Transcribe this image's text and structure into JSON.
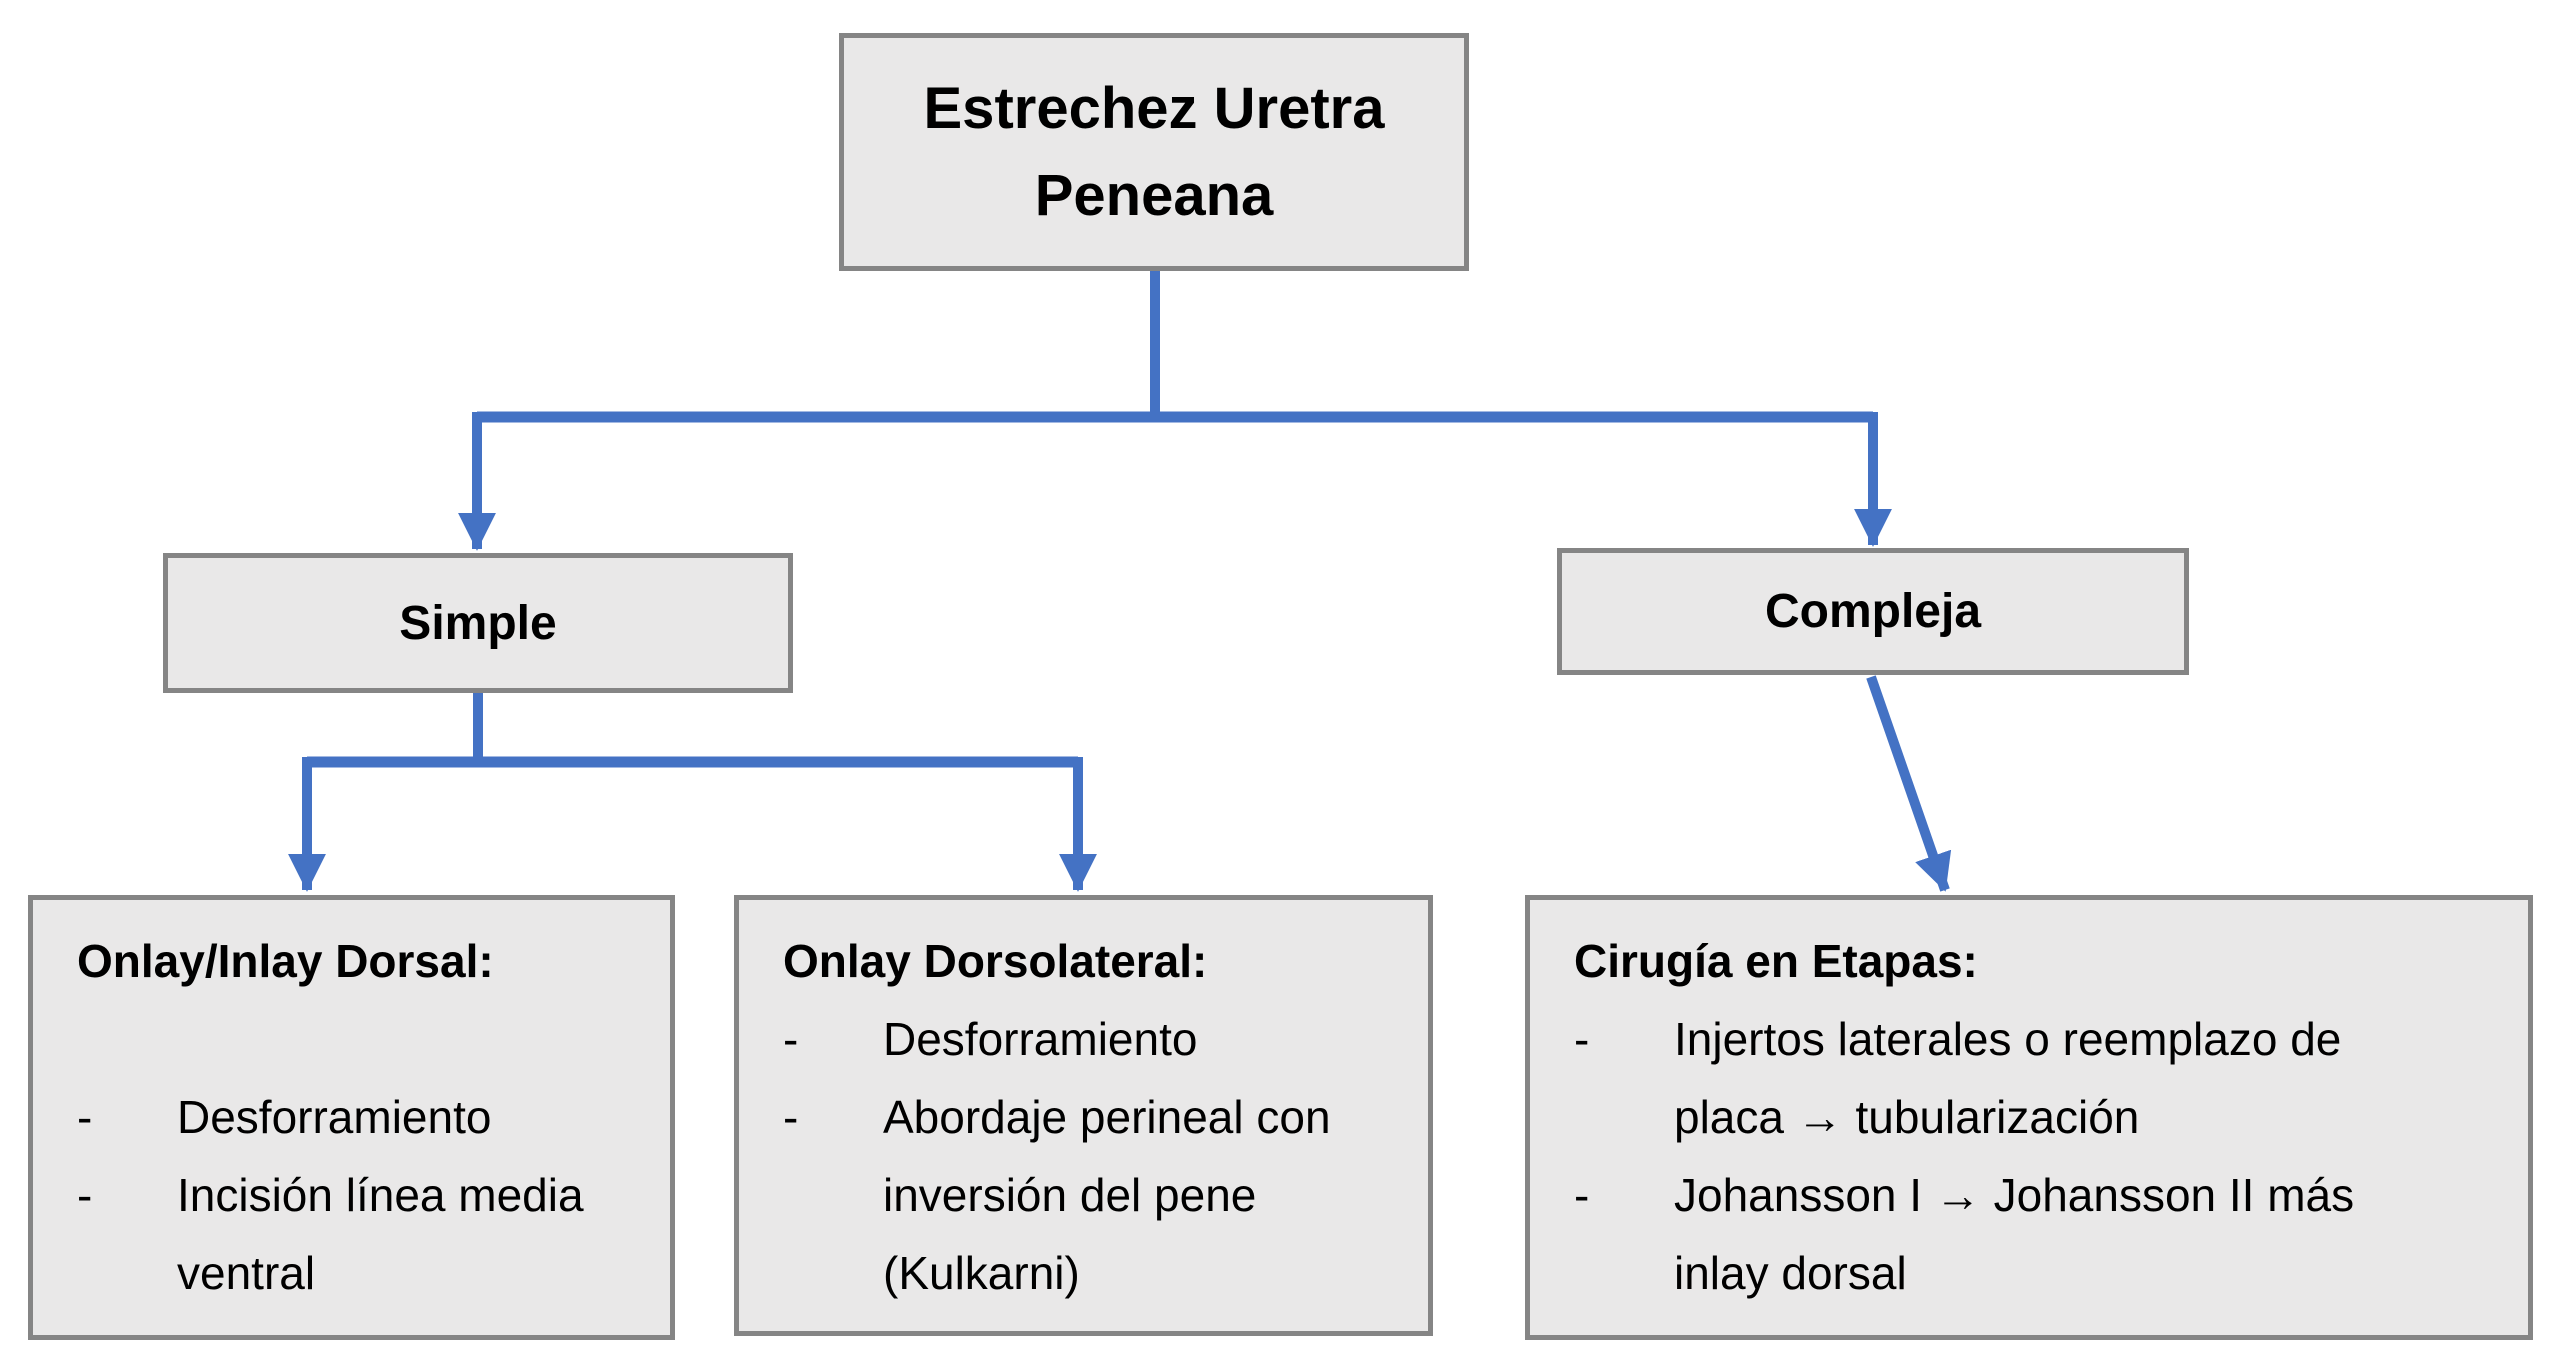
{
  "colors": {
    "connector_blue": "#4472C4",
    "box_fill": "#E9E8E8",
    "box_border": "#858585",
    "text": "#000000",
    "background": "#FFFFFF"
  },
  "flowchart": {
    "root": {
      "label": "Estrechez Uretra Peneana"
    },
    "branches": [
      {
        "label": "Simple"
      },
      {
        "label": "Compleja"
      }
    ],
    "leaves": [
      {
        "title": "Onlay/Inlay Dorsal:",
        "bullet_marker": "-",
        "items": [
          {
            "text": "Desforramiento",
            "lines": [
              "Desforramiento"
            ]
          },
          {
            "text": "Incisión línea media ventral",
            "lines": [
              "Incisión línea media",
              "ventral"
            ]
          }
        ]
      },
      {
        "title": "Onlay Dorsolateral:",
        "bullet_marker": "-",
        "items": [
          {
            "text": "Desforramiento",
            "lines": [
              "Desforramiento"
            ]
          },
          {
            "text": "Abordaje perineal con inversión del pene (Kulkarni)",
            "lines": [
              "Abordaje perineal con",
              "inversión del pene",
              "(Kulkarni)"
            ]
          }
        ]
      },
      {
        "title": "Cirugía en Etapas:",
        "bullet_marker": "-",
        "items": [
          {
            "text": "Injertos laterales o reemplazo de placa → tubularización",
            "lines": [
              "Injertos laterales o reemplazo de",
              "placa → tubularización"
            ]
          },
          {
            "text": "Johansson I → Johansson II más inlay dorsal",
            "lines": [
              "Johansson I → Johansson II más",
              "inlay dorsal"
            ]
          }
        ]
      }
    ]
  }
}
